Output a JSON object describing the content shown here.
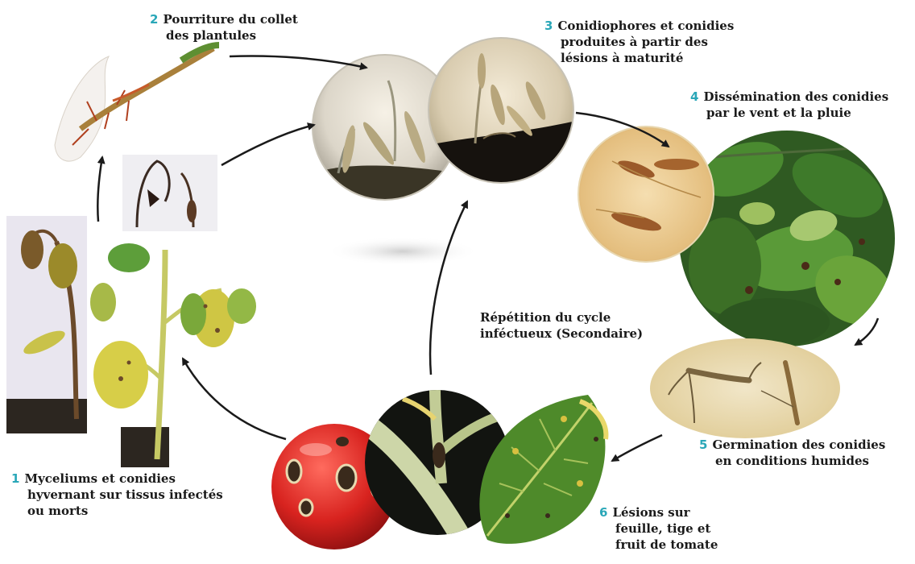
{
  "colors": {
    "accent_number": "#2aa7b8",
    "arrow": "#1a1a1a",
    "leaf_green": "#3f7f2a",
    "tomato_red": "#d8231f"
  },
  "steps": [
    {
      "number": "1",
      "lines": [
        "Myceliums et conidies",
        "hyvernant sur tissus infectés",
        "ou morts"
      ]
    },
    {
      "number": "2",
      "lines": [
        "Pourriture du collet",
        "des plantules"
      ]
    },
    {
      "number": "3",
      "lines": [
        "Conidiophores et conidies",
        "produites à partir des",
        "lésions à maturité"
      ]
    },
    {
      "number": "4",
      "lines": [
        "Dissémination des conidies",
        "par le vent et la pluie"
      ]
    },
    {
      "number": "5",
      "lines": [
        "Germination des conidies",
        "en conditions humides"
      ]
    },
    {
      "number": "6",
      "lines": [
        "Lésions sur",
        "feuille, tige et",
        "fruit de tomate"
      ]
    }
  ],
  "center_label": {
    "lines": [
      "Répétition du cycle",
      "inféctueux (Secondaire)"
    ]
  },
  "illustrations": [
    {
      "name": "damping-off-seedling-photo"
    },
    {
      "name": "wilted-seedling-photo"
    },
    {
      "name": "infected-tomato-plant-photo"
    },
    {
      "name": "conidia-microscopy-photo"
    },
    {
      "name": "conidiophores-microscopy-photo"
    },
    {
      "name": "dispersed-conidia-photo"
    },
    {
      "name": "tomato-foliage-photo"
    },
    {
      "name": "germinating-conidia-photo"
    },
    {
      "name": "infected-tomato-fruit-photo"
    },
    {
      "name": "infected-stem-photo"
    },
    {
      "name": "infected-leaf-photo"
    }
  ]
}
